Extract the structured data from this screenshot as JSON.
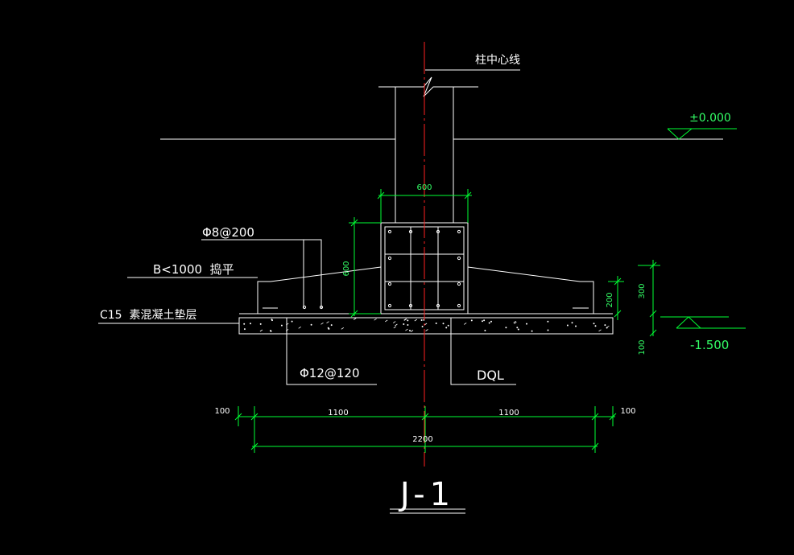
{
  "colors": {
    "background": "#000000",
    "outline": "#ffffff",
    "dimension": "#00ff33",
    "centerline": "#ff2020"
  },
  "labels": {
    "column_centerline": "柱中心线",
    "stirrup": "Φ8@200",
    "fill_note": "B<1000  捣平",
    "cushion": "C15  素混凝土垫层",
    "bottom_rebar": "Φ12@120",
    "beam": "DQL",
    "title": "J-1"
  },
  "elevations": {
    "ground": "±0.000",
    "base": "-1.500"
  },
  "dimensions": {
    "column_width": "600",
    "beam_height": "600",
    "footing_height": "200",
    "depth_total": "300",
    "cushion_thickness": "100",
    "left_offset": "100",
    "left_half": "1100",
    "right_half": "1100",
    "right_offset": "100",
    "total_width": "2200"
  }
}
